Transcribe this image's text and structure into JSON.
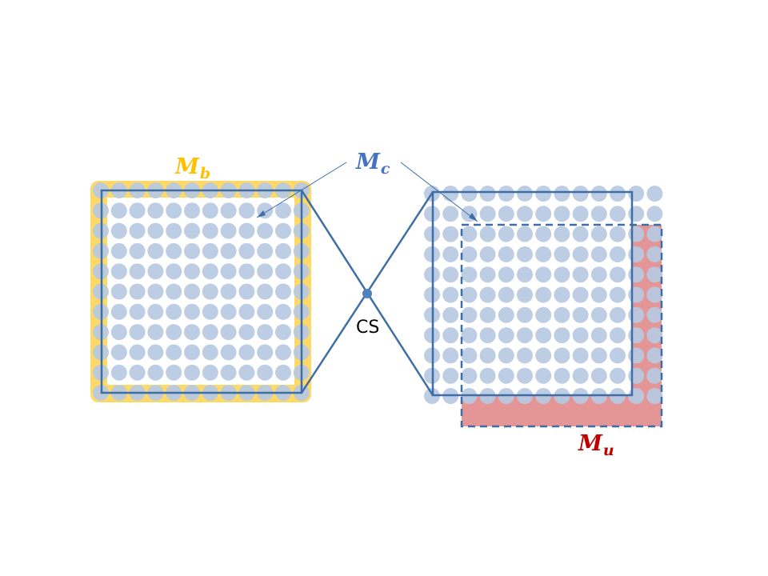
{
  "labels": {
    "mb": {
      "main": "M",
      "sub": "b"
    },
    "mc": {
      "main": "M",
      "sub": "c"
    },
    "mu": {
      "main": "M",
      "sub": "u"
    },
    "cs": "CS"
  },
  "colors": {
    "dot": "#b7c9e2",
    "frame": "#3f6ea6",
    "mb_highlight": "#ffd966",
    "mu_highlight": "#e39695",
    "mb_text": "#ffc000",
    "mc_text": "#4472c4",
    "mu_text": "#c00000",
    "cs_dot": "#4f81bd",
    "cs_text": "#000000"
  }
}
